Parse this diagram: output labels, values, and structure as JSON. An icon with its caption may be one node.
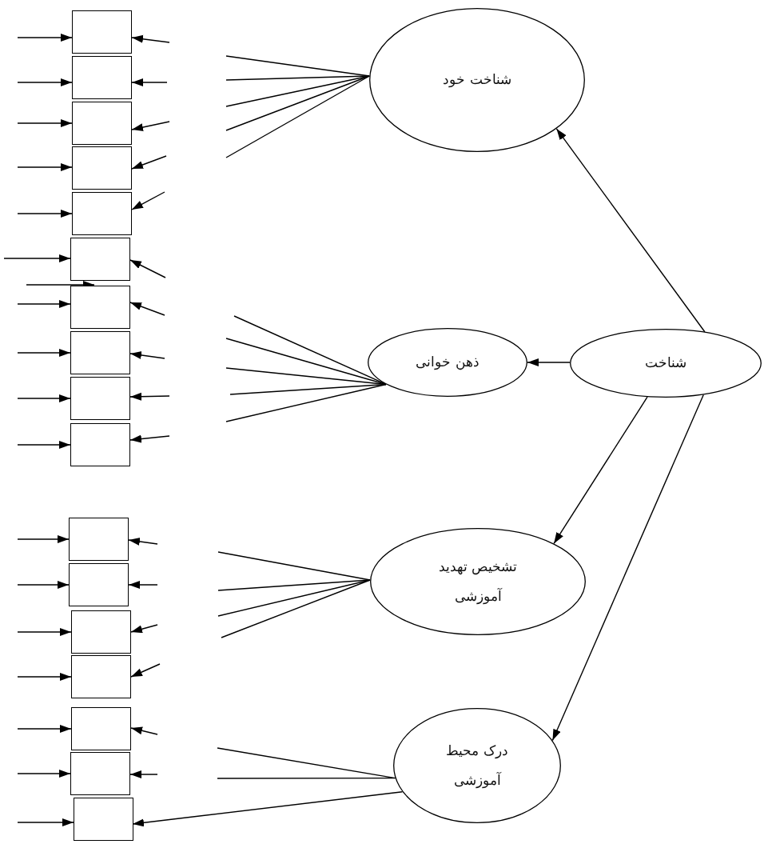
{
  "diagram": {
    "nodes": [
      {
        "text": [],
        "shape": "box"
      },
      {
        "text": [],
        "shape": "box"
      },
      {
        "text": [],
        "shape": "box"
      },
      {
        "text": [],
        "shape": "box"
      },
      {
        "text": [],
        "shape": "box"
      },
      {
        "text": [],
        "shape": "box"
      },
      {
        "text": [],
        "shape": "box"
      },
      {
        "text": [],
        "shape": "box"
      },
      {
        "text": [],
        "shape": "box"
      },
      {
        "text": [],
        "shape": "box"
      },
      {
        "text": [],
        "shape": "box"
      },
      {
        "text": [],
        "shape": "box"
      },
      {
        "text": [],
        "shape": "box"
      },
      {
        "text": [],
        "shape": "box"
      },
      {
        "text": [],
        "shape": "box"
      },
      {
        "text": [],
        "shape": "box"
      },
      {
        "text": [],
        "shape": "box"
      },
      {
        "text": [
          "شناخت خود"
        ]
      },
      {
        "text": [
          "ذهن خوانی"
        ]
      },
      {
        "text": [
          "شناخت"
        ]
      },
      {
        "text": [
          "تشخیص تهدید آموزشی"
        ]
      },
      {
        "text": [
          "درک محیط آموزشی"
        ]
      }
    ],
    "edges": [
      {
        "from": null,
        "to": 0,
        "arrow": "to"
      },
      {
        "from": null,
        "to": 1,
        "arrow": "to"
      },
      {
        "from": null,
        "to": 2,
        "arrow": "to"
      },
      {
        "from": null,
        "to": 3,
        "arrow": "to"
      },
      {
        "from": null,
        "to": 4,
        "arrow": "to"
      },
      {
        "from": null,
        "to": 5,
        "arrow": "to"
      },
      {
        "from": null,
        "to": 6,
        "arrow": "to"
      },
      {
        "from": null,
        "to": 7,
        "arrow": "to"
      },
      {
        "from": null,
        "to": 8,
        "arrow": "to"
      },
      {
        "from": null,
        "to": 9,
        "arrow": "to"
      },
      {
        "from": null,
        "to": 10,
        "arrow": "to"
      },
      {
        "from": null,
        "to": 11,
        "arrow": "to"
      },
      {
        "from": null,
        "to": 12,
        "arrow": "to"
      },
      {
        "from": null,
        "to": 13,
        "arrow": "to"
      },
      {
        "from": null,
        "to": 14,
        "arrow": "to"
      },
      {
        "from": null,
        "to": 15,
        "arrow": "to"
      },
      {
        "from": null,
        "to": 16,
        "arrow": "to"
      },
      {
        "from": null,
        "to": 6,
        "arrow": "to"
      },
      {
        "from": null,
        "to": 0,
        "arrow": "to"
      },
      {
        "from": null,
        "to": 1,
        "arrow": "to"
      },
      {
        "from": null,
        "to": 2,
        "arrow": "to"
      },
      {
        "from": null,
        "to": 3,
        "arrow": "to"
      },
      {
        "from": null,
        "to": 4,
        "arrow": "to"
      },
      {
        "from": null,
        "to": 5,
        "arrow": "to"
      },
      {
        "from": null,
        "to": 6,
        "arrow": "to"
      },
      {
        "from": null,
        "to": 7,
        "arrow": "to"
      },
      {
        "from": null,
        "to": 8,
        "arrow": "to"
      },
      {
        "from": null,
        "to": 9,
        "arrow": "to"
      },
      {
        "from": null,
        "to": 10,
        "arrow": "to"
      },
      {
        "from": null,
        "to": 11,
        "arrow": "to"
      },
      {
        "from": null,
        "to": 12,
        "arrow": "to"
      },
      {
        "from": null,
        "to": 13,
        "arrow": "to"
      },
      {
        "from": null,
        "to": 14,
        "arrow": "to"
      },
      {
        "from": null,
        "to": 15,
        "arrow": "to"
      },
      {
        "from": 17,
        "to": null,
        "arrow": "none"
      },
      {
        "from": 17,
        "to": null,
        "arrow": "none"
      },
      {
        "from": 17,
        "to": null,
        "arrow": "none"
      },
      {
        "from": 17,
        "to": null,
        "arrow": "none"
      },
      {
        "from": 17,
        "to": null,
        "arrow": "none"
      },
      {
        "from": 18,
        "to": null,
        "arrow": "none"
      },
      {
        "from": 18,
        "to": null,
        "arrow": "none"
      },
      {
        "from": 18,
        "to": null,
        "arrow": "none"
      },
      {
        "from": 18,
        "to": null,
        "arrow": "none"
      },
      {
        "from": 18,
        "to": null,
        "arrow": "none"
      },
      {
        "from": 20,
        "to": null,
        "arrow": "none"
      },
      {
        "from": 20,
        "to": null,
        "arrow": "none"
      },
      {
        "from": 20,
        "to": null,
        "arrow": "none"
      },
      {
        "from": 20,
        "to": null,
        "arrow": "none"
      },
      {
        "from": 21,
        "to": null,
        "arrow": "none"
      },
      {
        "from": 21,
        "to": null,
        "arrow": "none"
      },
      {
        "from": 19,
        "to": 17,
        "arrow": "to"
      },
      {
        "from": 19,
        "to": 18,
        "arrow": "to"
      },
      {
        "from": 19,
        "to": 20,
        "arrow": "to"
      },
      {
        "from": 19,
        "to": 21,
        "arrow": "to"
      },
      {
        "from": 21,
        "to": 16,
        "arrow": "to"
      }
    ]
  }
}
